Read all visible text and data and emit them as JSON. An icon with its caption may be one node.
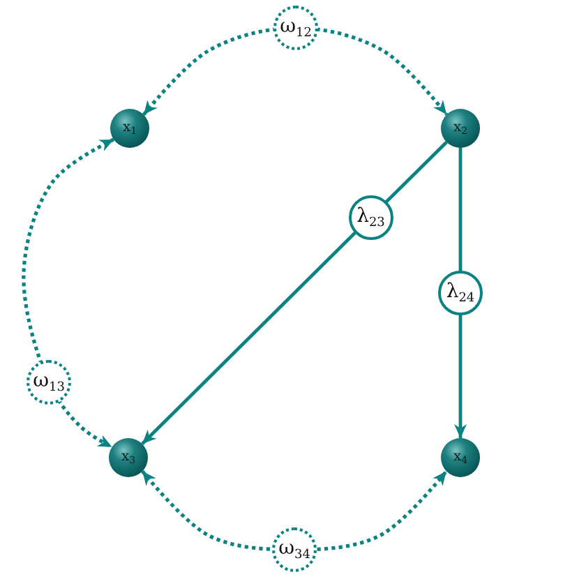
{
  "diagram": {
    "nodes": [
      {
        "text": [
          "x$_{1}$"
        ]
      },
      {
        "text": [
          "x$_{2}$"
        ]
      },
      {
        "text": [
          "x$_{3}$"
        ]
      },
      {
        "text": [
          "x$_{4}$"
        ]
      }
    ],
    "edges": [
      {
        "from": 0,
        "to": 1,
        "arrow": "both",
        "label": "ω$_{12}$",
        "style": "dashed"
      },
      {
        "from": 0,
        "to": 2,
        "arrow": "both",
        "label": "ω$_{13}$",
        "style": "dashed"
      },
      {
        "from": 1,
        "to": 2,
        "arrow": "to",
        "label": "λ$_{23}$"
      },
      {
        "from": 1,
        "to": 3,
        "arrow": "to",
        "label": "λ$_{24}$"
      },
      {
        "from": 2,
        "to": 3,
        "arrow": "both",
        "label": "ω$_{34}$",
        "style": "dashed"
      }
    ]
  }
}
